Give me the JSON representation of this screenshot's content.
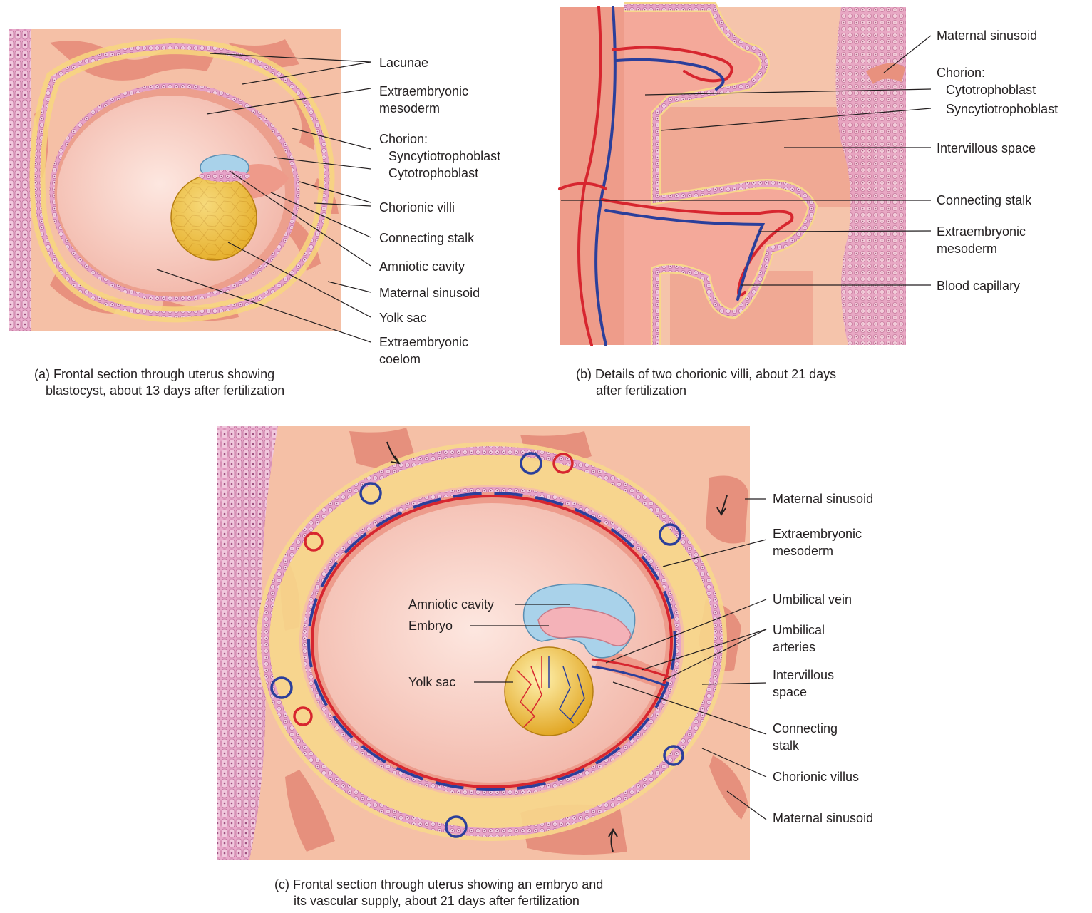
{
  "panel_a": {
    "labels": {
      "lacunae": "Lacunae",
      "extraembryonic_mesoderm_1": "Extraembryonic",
      "extraembryonic_mesoderm_2": "mesoderm",
      "chorion": "Chorion:",
      "syncytiotrophoblast": "Syncytiotrophoblast",
      "cytotrophoblast": "Cytotrophoblast",
      "chorionic_villi": "Chorionic villi",
      "connecting_stalk": "Connecting stalk",
      "amniotic_cavity": "Amniotic cavity",
      "maternal_sinusoid": "Maternal sinusoid",
      "yolk_sac": "Yolk sac",
      "extraembryonic_coelom_1": "Extraembryonic",
      "extraembryonic_coelom_2": "coelom"
    },
    "caption_1": "(a) Frontal section through uterus showing",
    "caption_2": "blastocyst, about 13 days after fertilization"
  },
  "panel_b": {
    "labels": {
      "maternal_sinusoid": "Maternal sinusoid",
      "chorion": "Chorion:",
      "cytotrophoblast": "Cytotrophoblast",
      "syncytiotrophoblast": "Syncytiotrophoblast",
      "intervillous_space": "Intervillous space",
      "connecting_stalk": "Connecting stalk",
      "extraembryonic_mesoderm_1": "Extraembryonic",
      "extraembryonic_mesoderm_2": "mesoderm",
      "blood_capillary": "Blood capillary"
    },
    "caption_1": "(b) Details of two chorionic villi, about 21 days",
    "caption_2": "after fertilization"
  },
  "panel_c": {
    "labels": {
      "amniotic_cavity": "Amniotic cavity",
      "embryo": "Embryo",
      "yolk_sac": "Yolk sac",
      "maternal_sinusoid_top": "Maternal sinusoid",
      "extraembryonic_mesoderm_1": "Extraembryonic",
      "extraembryonic_mesoderm_2": "mesoderm",
      "umbilical_vein": "Umbilical vein",
      "umbilical_arteries_1": "Umbilical",
      "umbilical_arteries_2": "arteries",
      "intervillous_space_1": "Intervillous",
      "intervillous_space_2": "space",
      "connecting_stalk_1": "Connecting",
      "connecting_stalk_2": "stalk",
      "chorionic_villus": "Chorionic villus",
      "maternal_sinusoid_bottom": "Maternal sinusoid"
    },
    "caption_1": "(c) Frontal section through uterus showing an embryo and",
    "caption_2": "its vascular supply, about 21 days after fertilization"
  },
  "colors": {
    "tissue": "#f6c7ae",
    "maternal_sinusoid": "#e99a86",
    "epithelium": "#e6a3c8",
    "cavity": "#f8d2c8",
    "yolk": "#e7b22b",
    "amnion": "#9cc9e3",
    "artery": "#d7262f",
    "vein": "#2b3f9b",
    "mesoderm": "#ee8f86"
  }
}
